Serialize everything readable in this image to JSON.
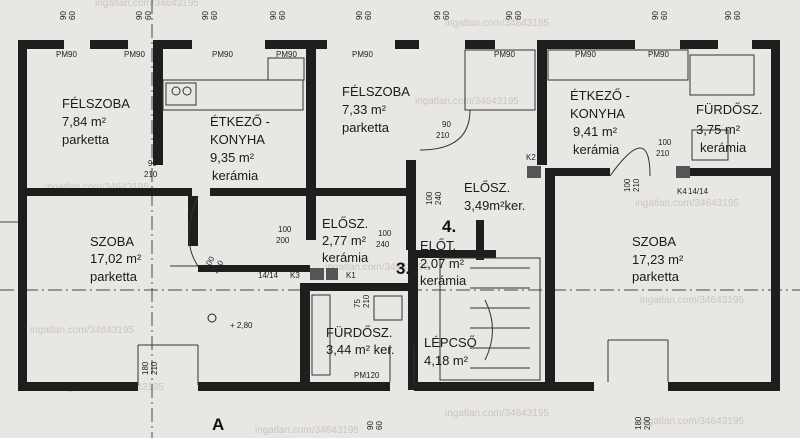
{
  "rooms": {
    "felszoba1": {
      "name": "FÉLSZOBA",
      "area": "7,84 m²",
      "floor": "parketta"
    },
    "etkezo1": {
      "name1": "ÉTKEZŐ -",
      "name2": "KONYHA",
      "area": "9,35 m²",
      "floor": "kerámia"
    },
    "felszoba2": {
      "name": "FÉLSZOBA",
      "area": "7,33 m²",
      "floor": "parketta"
    },
    "etkezo2": {
      "name1": "ÉTKEZŐ -",
      "name2": "KONYHA",
      "area": "9,41 m²",
      "floor": "kerámia"
    },
    "furdo1": {
      "name": "FÜRDŐSZ.",
      "area": "3,75 m²",
      "floor": "kerámia"
    },
    "szoba1": {
      "name": "SZOBA",
      "area": "17,02 m²",
      "floor": "parketta"
    },
    "eloszoba1": {
      "name": "ELŐSZ.",
      "area": "2,77 m²",
      "floor": "kerámia"
    },
    "eloszoba2": {
      "name": "ELŐSZ.",
      "area": "3,49m²ker."
    },
    "elot": {
      "name": "ELŐT.",
      "area": "2,07 m²",
      "floor": "kerámia"
    },
    "szoba2": {
      "name": "SZOBA",
      "area": "17,23 m²",
      "floor": "parketta"
    },
    "furdo2": {
      "name": "FÜRDŐSZ.",
      "area": "3,44 m² ker."
    },
    "lepcso": {
      "name": "LÉPCSŐ",
      "area": "4,18 m²"
    }
  },
  "labels": {
    "pm90": "PM90",
    "pm120": "PM120",
    "n90": "90",
    "n60": "60",
    "n210": "210",
    "n100": "100",
    "n200": "200",
    "n240": "240",
    "n75": "75",
    "n180": "180",
    "k1": "K1",
    "k2": "K2",
    "k3": "K3",
    "k4": "K4",
    "s1414": "14/14",
    "elev": "+ 2,80",
    "unit4": "4.",
    "unit3": "3.",
    "section": "A",
    "watermark": "ingatlan.com/34643195"
  }
}
